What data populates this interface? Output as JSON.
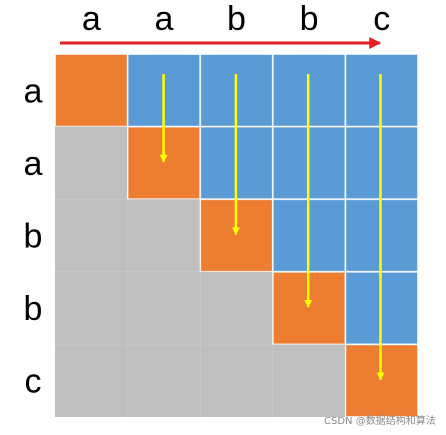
{
  "column_labels": [
    "a",
    "a",
    "b",
    "b",
    "c"
  ],
  "row_labels": [
    "a",
    "a",
    "b",
    "b",
    "c"
  ],
  "colors": {
    "diagonal": "#ED7D31",
    "upper": "#5B9BD5",
    "lower": "#BFBFBF",
    "grid_line": "#FFFFFF",
    "top_arrow": "#E02020",
    "column_arrow": "#FFFF00"
  },
  "watermark": "CSDN @数据结构和算法"
}
